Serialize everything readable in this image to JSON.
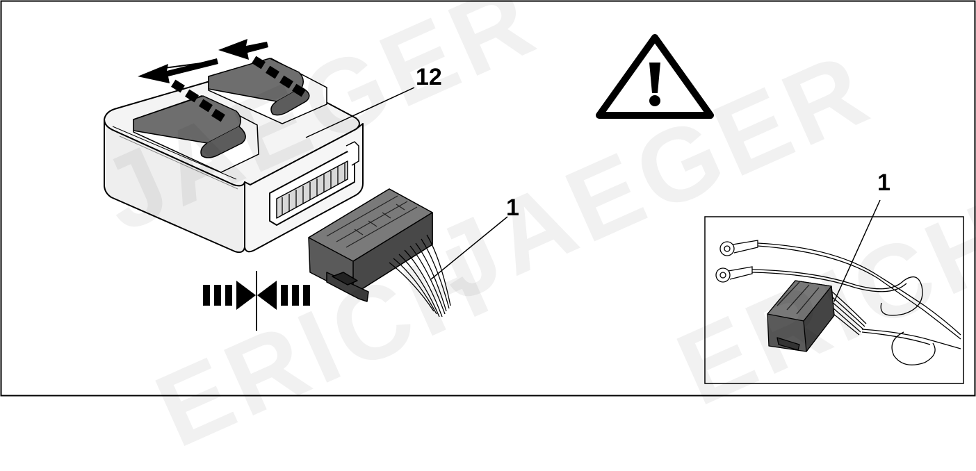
{
  "callouts": {
    "module_number": "12",
    "connector_number": "1",
    "inset_connector_number": "1"
  },
  "watermark": {
    "text_a": "JAEGER",
    "text_b": "ERICH"
  },
  "icons": [
    "warning-triangle-icon",
    "push-together-icon",
    "peel-direction-arrow-icon"
  ],
  "colors": {
    "line": "#000000",
    "module_body": "#f2f2f2",
    "adhesive_pad": "#6e6e6e",
    "connector": "#5a5a5a",
    "watermark": "#d9d9d9"
  }
}
